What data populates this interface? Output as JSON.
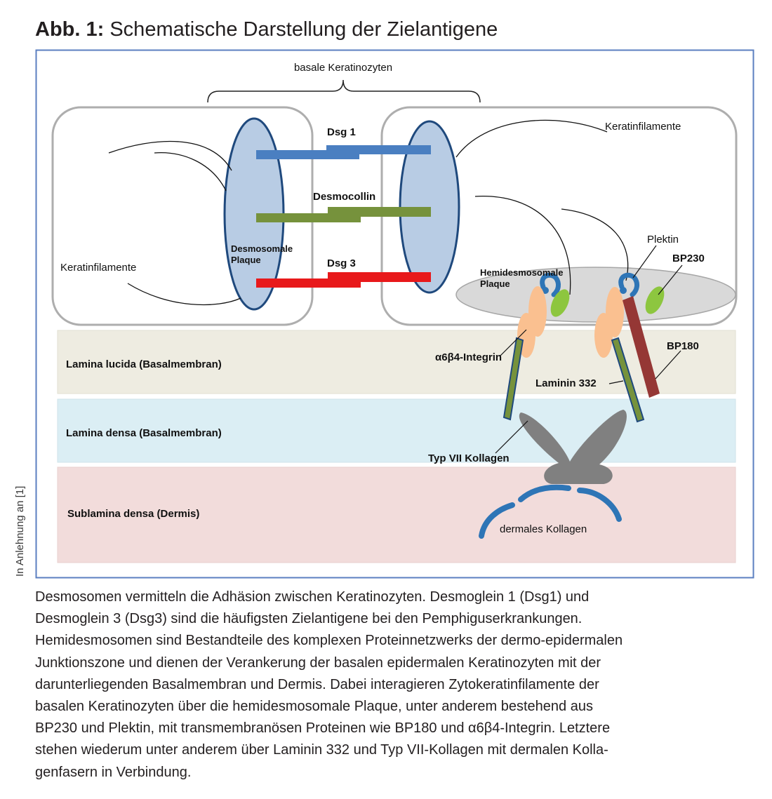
{
  "title": {
    "prefix": "Abb. 1:",
    "text": "Schematische Darstellung der Zielantigene"
  },
  "diagram": {
    "labels": {
      "basal_keratinocytes": "basale Keratinozyten",
      "keratin_filaments_left": "Keratinfilamente",
      "keratin_filaments_right": "Keratinfilamente",
      "dsg1": "Dsg 1",
      "desmocollin": "Desmocollin",
      "dsg3": "Dsg 3",
      "desmosomal_plaque_line1": "Desmosomale",
      "desmosomal_plaque_line2": "Plaque",
      "plektin": "Plektin",
      "bp230": "BP230",
      "hemidesmosomal_plaque_line1": "Hemidesmosomale",
      "hemidesmosomal_plaque_line2": "Plaque",
      "integrin": "α6β4-Integrin",
      "bp180": "BP180",
      "laminin": "Laminin 332",
      "collagen_vii": "Typ VII Kollagen",
      "dermal_collagen": "dermales Kollagen"
    },
    "layers": {
      "lamina_lucida": "Lamina lucida (Basalmembran)",
      "lamina_densa": "Lamina densa (Basalmembran)",
      "sublamina_densa": "Sublamina densa (Dermis)"
    },
    "colors": {
      "frame": "#5b7fc0",
      "dsg1": "#4a7fc1",
      "desmocollin": "#76923c",
      "dsg3": "#e8191b",
      "plaque_fill": "#b8cce4",
      "plaque_stroke": "#1f497d",
      "hemidesmosomal_plaque": "#d9d9d9",
      "integrin": "#fac090",
      "bp230": "#8dc63f",
      "bp180": "#953735",
      "laminin_fill": "#76923c",
      "laminin_stroke": "#1f497d",
      "collagen_vii": "#808080",
      "dermal_collagen": "#2e75b6",
      "lamina_lucida_bg": "#eeece1",
      "lamina_densa_bg": "#dbeef4",
      "sublamina_densa_bg": "#f2dcdb"
    }
  },
  "side_note": "In Anlehnung an [1]",
  "caption": [
    "Desmosomen vermitteln die Adhäsion zwischen Keratinozyten. Desmoglein 1 (Dsg1) und",
    "Desmoglein 3 (Dsg3) sind die häufigsten Zielantigene bei den Pemphiguserkrankungen.",
    "Hemidesmosomen sind Bestandteile des komplexen Proteinnetzwerks der dermo-epidermalen",
    "Junktionszone und dienen der Verankerung der basalen epidermalen Keratinozyten mit der",
    "darunterliegenden Basalmembran und Dermis. Dabei interagieren Zytokeratinfilamente der",
    "basalen Keratinozyten über die hemidesmosomale Plaque, unter anderem bestehend aus",
    "BP230 und Plektin, mit transmembranösen Proteinen wie BP180 und α6β4-Integrin. Letztere",
    "stehen wiederum unter anderem über Laminin 332 und Typ VII-Kollagen mit dermalen Kolla-",
    "genfasern in Verbindung."
  ]
}
